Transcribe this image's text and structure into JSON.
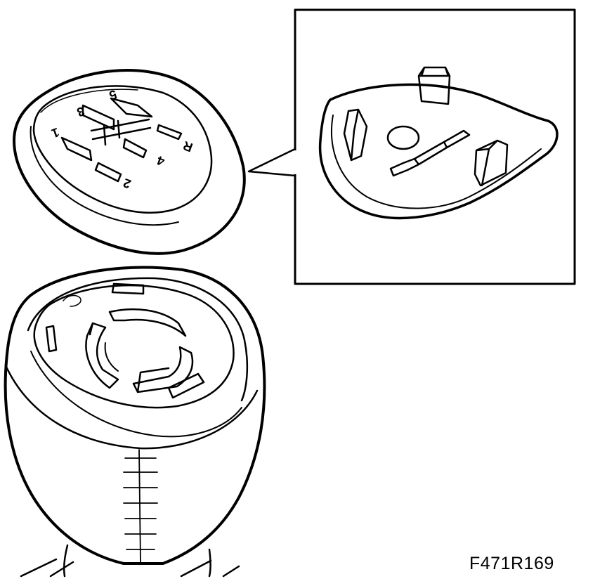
{
  "figure": {
    "reference_code": "F471R169",
    "gear_labels": [
      "R",
      "1",
      "2",
      "3",
      "4",
      "5"
    ]
  }
}
